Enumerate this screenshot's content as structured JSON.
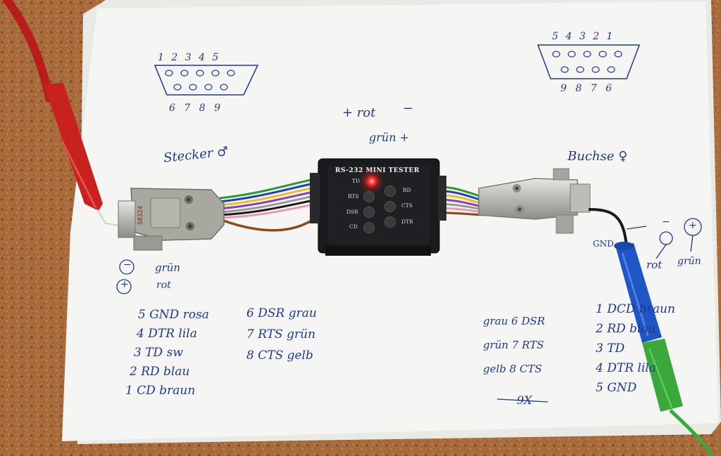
{
  "tester": {
    "title": "RS-232 MINI TESTER",
    "leds": [
      {
        "label": "TD",
        "lit": true
      },
      {
        "label": "RD",
        "lit": false
      },
      {
        "label": "RTS",
        "lit": false
      },
      {
        "label": "CTS",
        "lit": false
      },
      {
        "label": "DSR",
        "lit": false
      },
      {
        "label": "DTR",
        "lit": false
      },
      {
        "label": "CD",
        "lit": false
      }
    ]
  },
  "notes": {
    "male_pins_top": "1 2 3 4 5",
    "male_pins_bottom": "6 7 8 9",
    "female_pins_top": "5 4 3 2 1",
    "female_pins_bottom": "9 8 7 6",
    "stecker": "Stecker ♂",
    "buchse": "Buchse ♀",
    "center_plus": "+ rot",
    "center_minus": "−",
    "center_gruen": "grün +",
    "left_minus": "−",
    "left_gruen": "grün",
    "left_plus": "+",
    "left_rot": "rot",
    "left_pin_list": [
      "5 GND rosa",
      "4 DTR lila",
      "3 TD sw",
      "2 RD blau",
      "1 CD braun"
    ],
    "mid_pin_list": [
      "6 DSR grau",
      "7 RTS grün",
      "8 CTS gelb"
    ],
    "right_mid_list": [
      "grau 6 DSR",
      "grün 7 RTS",
      "gelb 8 CTS"
    ],
    "right_mid_footer": "9X",
    "right_pin_list": [
      "1 DCD braun",
      "2 RD blau",
      "3 TD",
      "4 DTR lila",
      "5 GND"
    ],
    "gnd_label": "GND",
    "right_minus": "−",
    "right_plus": "+",
    "right_rot": "rot",
    "right_gruen": "grün"
  },
  "colors": {
    "desk": "#a86b3c",
    "paper": "#f4f4f2",
    "ink": "#1f3a8a",
    "tester_body": "#1b1b1e",
    "led_on": "#ff2a2a",
    "led_off": "#3a3a36",
    "probe_red": "#c8221e",
    "probe_blue": "#1f55c6",
    "probe_green": "#3aa83a",
    "connector_grey": "#a8a8a0",
    "connector_metal": "#c9c9c4"
  }
}
